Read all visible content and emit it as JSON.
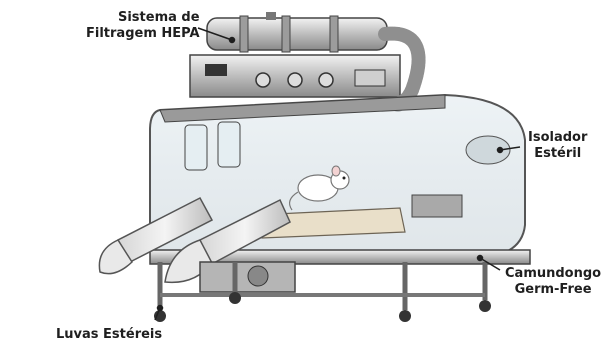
{
  "labels": {
    "hepa": {
      "line1": "Sistema de",
      "line2": "Filtragem HEPA"
    },
    "isolator": {
      "line1": "Isolador",
      "line2": "Estéril"
    },
    "mouse": {
      "line1": "Camundongo",
      "line2": "Germ-Free"
    },
    "gloves": {
      "line1": "Luvas Estéreis"
    }
  }
}
